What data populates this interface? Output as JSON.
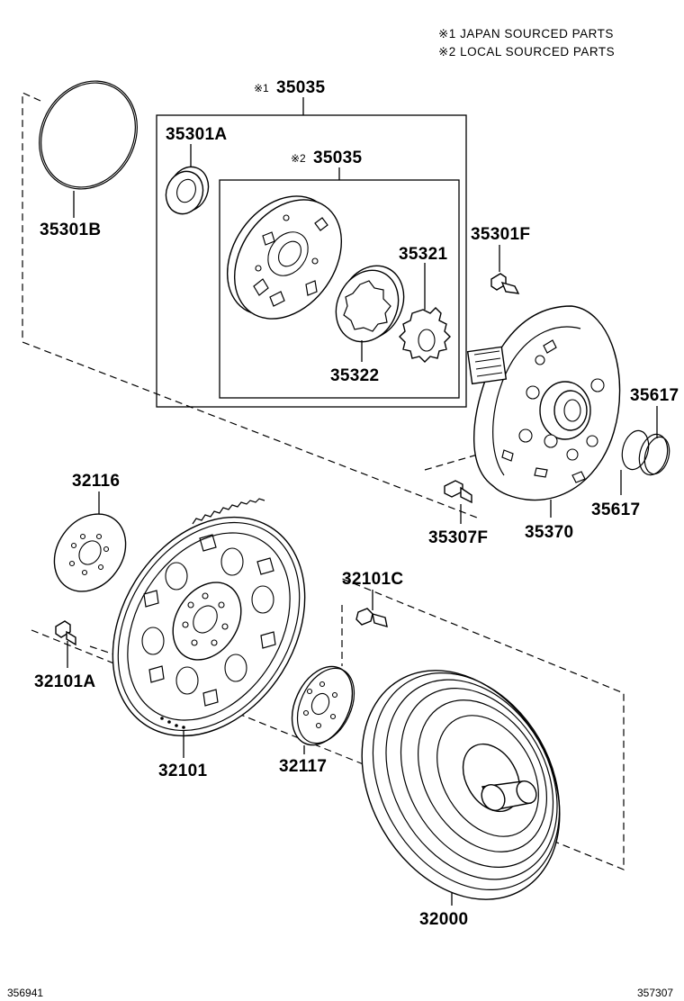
{
  "notes": [
    "※1  JAPAN SOURCED PARTS",
    "※2  LOCAL SOURCED PARTS"
  ],
  "part_labels": {
    "assy_japan": "35035",
    "assy_japan_mark": "※1",
    "assy_local": "35035",
    "assy_local_mark": "※2",
    "oil_seal": "35301A",
    "o_ring": "35301B",
    "driven_gear": "35321",
    "drive_gear": "35322",
    "bolt_f": "35301F",
    "bushing_a": "35617",
    "bushing_b": "35617",
    "bolt_307": "35307F",
    "pump_body": "35370",
    "spacer": "32116",
    "bolt_a": "32101A",
    "drive_plate": "32101",
    "bolt_c": "32101C",
    "plate_117": "32117",
    "torque_converter": "32000"
  },
  "footer": {
    "left_code": "356941",
    "right_code": "357307"
  }
}
